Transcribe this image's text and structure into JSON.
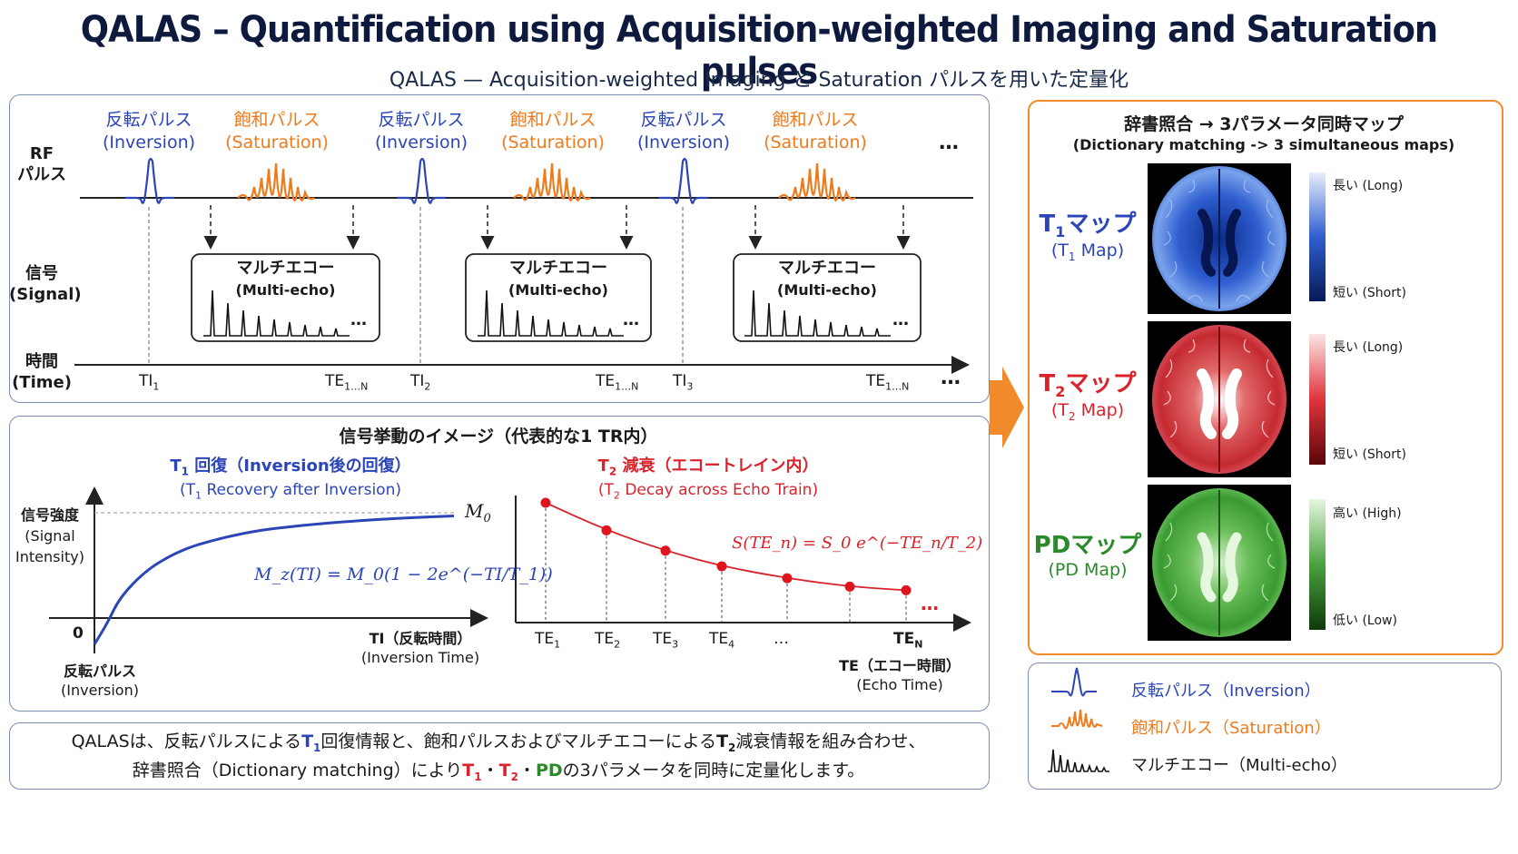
{
  "header": {
    "title": "QALAS – Quantification using Acquisition-weighted Imaging and Saturation pulses",
    "subtitle": "QALAS — Acquisition-weighted Imaging と Saturation パルスを用いた定量化"
  },
  "sequence": {
    "rf_label": "RF\nパルス",
    "signal_label_jp": "信号",
    "signal_label_en": "(Signal)",
    "time_label_jp": "時間",
    "time_label_en": "(Time)",
    "inversion_jp": "反転パルス",
    "inversion_en": "(Inversion)",
    "saturation_jp": "飽和パルス",
    "saturation_en": "(Saturation)",
    "multiecho_jp": "マルチエコー",
    "multiecho_en": "(Multi-echo)",
    "ellipsis": "…",
    "ti_labels": [
      "TI",
      "TI",
      "TI"
    ],
    "ti_subs": [
      "1",
      "2",
      "3"
    ],
    "te_label": "TE",
    "te_sub": "1…N"
  },
  "signal_panel": {
    "title": "信号挙動のイメージ（代表的な1 TR内）",
    "t1_title": "回復（Inversion後の回復）",
    "t1_sub": "Recovery after Inversion)",
    "y_label_jp": "信号強度",
    "y_label_en1": "(Signal",
    "y_label_en2": "Intensity)",
    "zero": "0",
    "m0": "M",
    "m0_sub": "0",
    "t1_formula": "M_z(TI) = M_0(1 − 2e^(−TI/T_1))",
    "x_label_jp": "TI（反転時間）",
    "x_label_en": "(Inversion Time)",
    "inv_jp": "反転パルス",
    "inv_en": "(Inversion)",
    "t2_title": "減衰（エコートレイン内）",
    "t2_sub": "Decay across Echo Train)",
    "t2_formula": "S(TE_n) = S_0 e^(−TE_n/T_2)",
    "te_ticks": [
      "TE",
      "TE",
      "TE",
      "TE",
      "…",
      "TE"
    ],
    "te_tick_subs": [
      "1",
      "2",
      "3",
      "4",
      "",
      "N"
    ],
    "te_x_jp": "TE（エコー時間）",
    "te_x_en": "(Echo Time)"
  },
  "chart_data": [
    {
      "type": "line",
      "title": "T1 回復（Inversion後の回復）",
      "xlabel": "TI（反転時間）",
      "ylabel": "信号強度",
      "formula": "Mz(TI) = M0(1 − 2e^(−TI/T1))",
      "series": [
        {
          "name": "T1 Recovery",
          "x": [
            0,
            0.25,
            0.5,
            1,
            1.5,
            2,
            3,
            4,
            5,
            6,
            7
          ],
          "y": [
            -0.25,
            -0.05,
            0.2,
            0.45,
            0.6,
            0.7,
            0.82,
            0.88,
            0.92,
            0.95,
            0.97
          ]
        }
      ]
    },
    {
      "type": "scatter",
      "title": "T2 減衰（エコートレイン内）",
      "xlabel": "TE（エコー時間）",
      "formula": "S(TEn) = S0 e^(−TEn/T2)",
      "categories": [
        "TE1",
        "TE2",
        "TE3",
        "TE4",
        "…",
        "TEN"
      ],
      "series": [
        {
          "name": "T2 Decay",
          "values": [
            1.0,
            0.77,
            0.6,
            0.47,
            0.37,
            0.3,
            0.27
          ]
        }
      ]
    }
  ],
  "maps_panel": {
    "title": "辞書照合 → 3パラメータ同時マップ",
    "subtitle": "(Dictionary matching -> 3 simultaneous maps)",
    "maps": [
      {
        "title": "マップ",
        "prefix": "T",
        "sub": "1",
        "en": "Map)",
        "top": "長い (Long)",
        "bottom": "短い (Short)",
        "color": "#2b45b8"
      },
      {
        "title": "マップ",
        "prefix": "T",
        "sub": "2",
        "en": "Map)",
        "top": "長い (Long)",
        "bottom": "短い (Short)",
        "color": "#d9222a"
      },
      {
        "title": "PDマップ",
        "en_full": "(PD Map)",
        "top": "高い (High)",
        "bottom": "低い (Low)",
        "color": "#2a8a2a"
      }
    ]
  },
  "legend": {
    "inversion": "反転パルス（Inversion）",
    "saturation": "飽和パルス（Saturation）",
    "multiecho": "マルチエコー（Multi-echo）"
  },
  "footer": {
    "line1_a": "QALASは、反転パルスによる",
    "line1_b": "回復情報と、飽和パルスおよびマルチエコーによる",
    "line1_c": "減衰情報を組み合わせ、",
    "line2_a": "辞書照合（Dictionary matching）により",
    "line2_sep": "・",
    "line2_pd": "PD",
    "line2_b": "の3パラメータを同時に定量化します。"
  },
  "colors": {
    "inversion": "#2b45b8",
    "saturation": "#f07a1a",
    "t2": "#d9222a",
    "pd": "#2a8a2a",
    "accent": "#f08a2a"
  }
}
